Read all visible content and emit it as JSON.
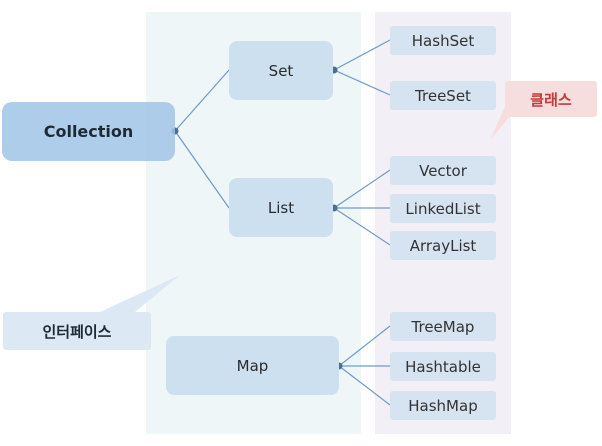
{
  "root": {
    "label": "Collection"
  },
  "interfaces": [
    {
      "id": "set",
      "label": "Set"
    },
    {
      "id": "list",
      "label": "List"
    },
    {
      "id": "map",
      "label": "Map"
    }
  ],
  "classes": {
    "set": [
      "HashSet",
      "TreeSet"
    ],
    "list": [
      "Vector",
      "LinkedList",
      "ArrayList"
    ],
    "map": [
      "TreeMap",
      "Hashtable",
      "HashMap"
    ]
  },
  "callouts": {
    "class_label": "클래스",
    "interface_label": "인터페이스"
  },
  "colors": {
    "line": "#6e9cc6",
    "dot": "#4d6f8f",
    "class_callout_text": "#c23a3a"
  }
}
